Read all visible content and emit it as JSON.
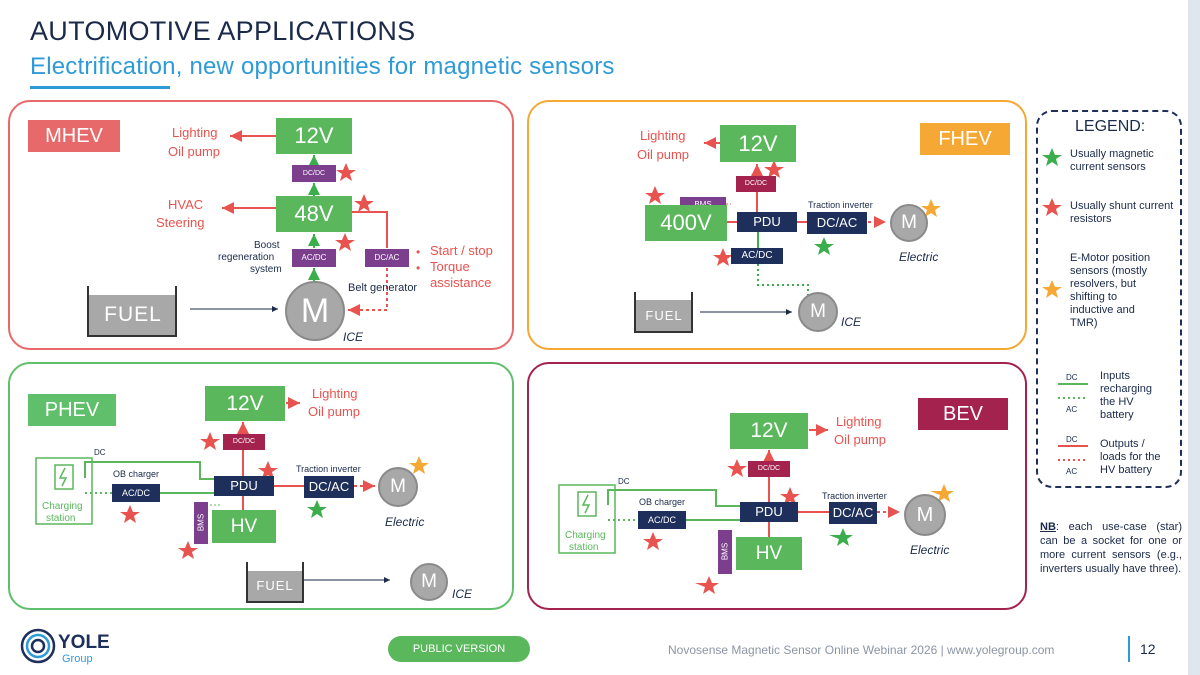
{
  "header": {
    "title": "AUTOMOTIVE APPLICATIONS",
    "subtitle": "Electrification, new opportunities for magnetic sensors"
  },
  "colors": {
    "mhev": "#e8696a",
    "fhev": "#f5a833",
    "phev": "#5fbf6a",
    "bev": "#a3234e",
    "green_box": "#5ab75c",
    "navy_box": "#1e2f5c",
    "purple_box": "#7b3f8e",
    "red_star": "#e8534f",
    "green_star": "#3aae4a",
    "orange_star": "#f5a833"
  },
  "mhev": {
    "tag": "MHEV",
    "v12": "12V",
    "v48": "48V",
    "dcdc": "DC/DC",
    "acdc": "AC/DC",
    "dcac": "DC/AC",
    "lighting": "Lighting",
    "oil_pump": "Oil pump",
    "hvac": "HVAC",
    "steering": "Steering",
    "boost_1": "Boost",
    "boost_2": "regeneration",
    "boost_3": "system",
    "start_stop": "Start / stop",
    "torque": "Torque",
    "assistance": "assistance",
    "belt_generator": "Belt generator",
    "fuel": "FUEL",
    "motor": "M",
    "ice": "ICE"
  },
  "fhev": {
    "tag": "FHEV",
    "v12": "12V",
    "v400": "400V",
    "bms": "BMS",
    "pdu": "PDU",
    "dcdc": "DC/DC",
    "dcac": "DC/AC",
    "acdc": "AC/DC",
    "traction_inverter": "Traction inverter",
    "lighting": "Lighting",
    "oil_pump": "Oil pump",
    "motor_e": "M",
    "electric": "Electric",
    "fuel": "FUEL",
    "motor_ice": "M",
    "ice": "ICE"
  },
  "phev": {
    "tag": "PHEV",
    "v12": "12V",
    "hv": "HV",
    "bms": "BMS",
    "pdu": "PDU",
    "dcdc": "DC/DC",
    "dcac": "DC/AC",
    "acdc": "AC/DC",
    "ob_charger": "OB charger",
    "dc_label": "DC",
    "traction_inverter": "Traction inverter",
    "lighting": "Lighting",
    "oil_pump": "Oil pump",
    "charging_1": "Charging",
    "charging_2": "station",
    "motor_e": "M",
    "electric": "Electric",
    "fuel": "FUEL",
    "motor_ice": "M",
    "ice": "ICE"
  },
  "bev": {
    "tag": "BEV",
    "v12": "12V",
    "hv": "HV",
    "bms": "BMS",
    "pdu": "PDU",
    "dcdc": "DC/DC",
    "dcac": "DC/AC",
    "acdc": "AC/DC",
    "ob_charger": "OB charger",
    "dc_label": "DC",
    "traction_inverter": "Traction inverter",
    "lighting": "Lighting",
    "oil_pump": "Oil pump",
    "charging_1": "Charging",
    "charging_2": "station",
    "motor_e": "M",
    "electric": "Electric"
  },
  "legend": {
    "title": "LEGEND:",
    "green_star": "Usually magnetic current sensors",
    "red_star": "Usually shunt current resistors",
    "orange_star": "E-Motor position sensors (mostly resolvers, but shifting to inductive and TMR)",
    "in_dc": "DC",
    "in_ac": "AC",
    "inputs": "Inputs recharging the HV battery",
    "out_dc": "DC",
    "out_ac": "AC",
    "outputs": "Outputs / loads for the HV battery"
  },
  "nb": {
    "label": "NB",
    "text": ": each use-case (star) can be a socket for one or more current sensors (e.g., inverters usually have three)."
  },
  "footer": {
    "logo": "YOLE",
    "logo_sub": "Group",
    "badge": "PUBLIC VERSION",
    "source": "Novosense Magnetic Sensor Online Webinar 2026 | www.yolegroup.com",
    "page": "12"
  }
}
